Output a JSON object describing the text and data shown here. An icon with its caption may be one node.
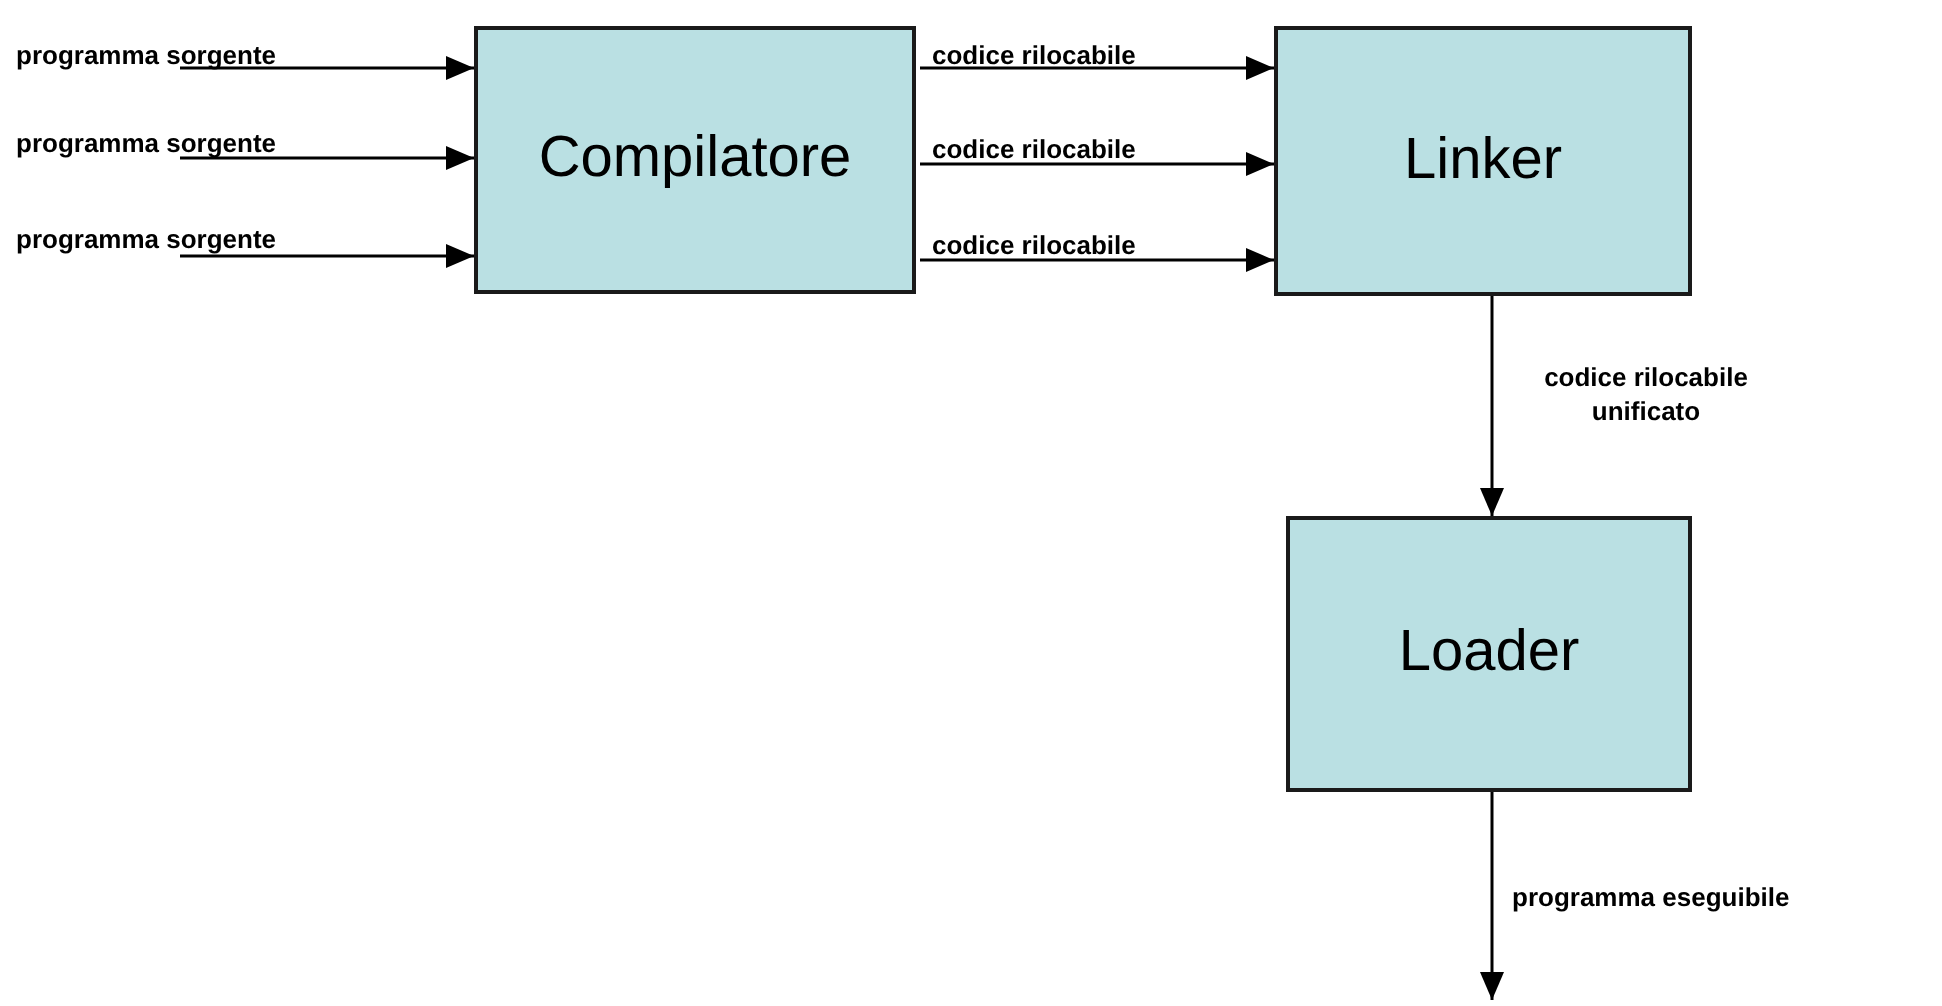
{
  "diagram": {
    "nodes": [
      {
        "text": [
          "Compilatore"
        ]
      },
      {
        "text": [
          "Linker"
        ]
      },
      {
        "text": [
          "Loader"
        ]
      }
    ],
    "edges": [
      {
        "from": null,
        "to": 0,
        "arrow": "to",
        "label": "programma sorgente"
      },
      {
        "from": null,
        "to": 0,
        "arrow": "to",
        "label": "programma sorgente"
      },
      {
        "from": null,
        "to": 0,
        "arrow": "to",
        "label": "programma sorgente"
      },
      {
        "from": 0,
        "to": 1,
        "arrow": "to",
        "label": "codice rilocabile"
      },
      {
        "from": 0,
        "to": 1,
        "arrow": "to",
        "label": "codice rilocabile"
      },
      {
        "from": 0,
        "to": 1,
        "arrow": "to",
        "label": "codice rilocabile"
      },
      {
        "from": 1,
        "to": 2,
        "arrow": "to",
        "label": "codice rilocabile unificato"
      },
      {
        "from": 2,
        "to": null,
        "arrow": "to",
        "label": "programma eseguibile"
      }
    ]
  }
}
